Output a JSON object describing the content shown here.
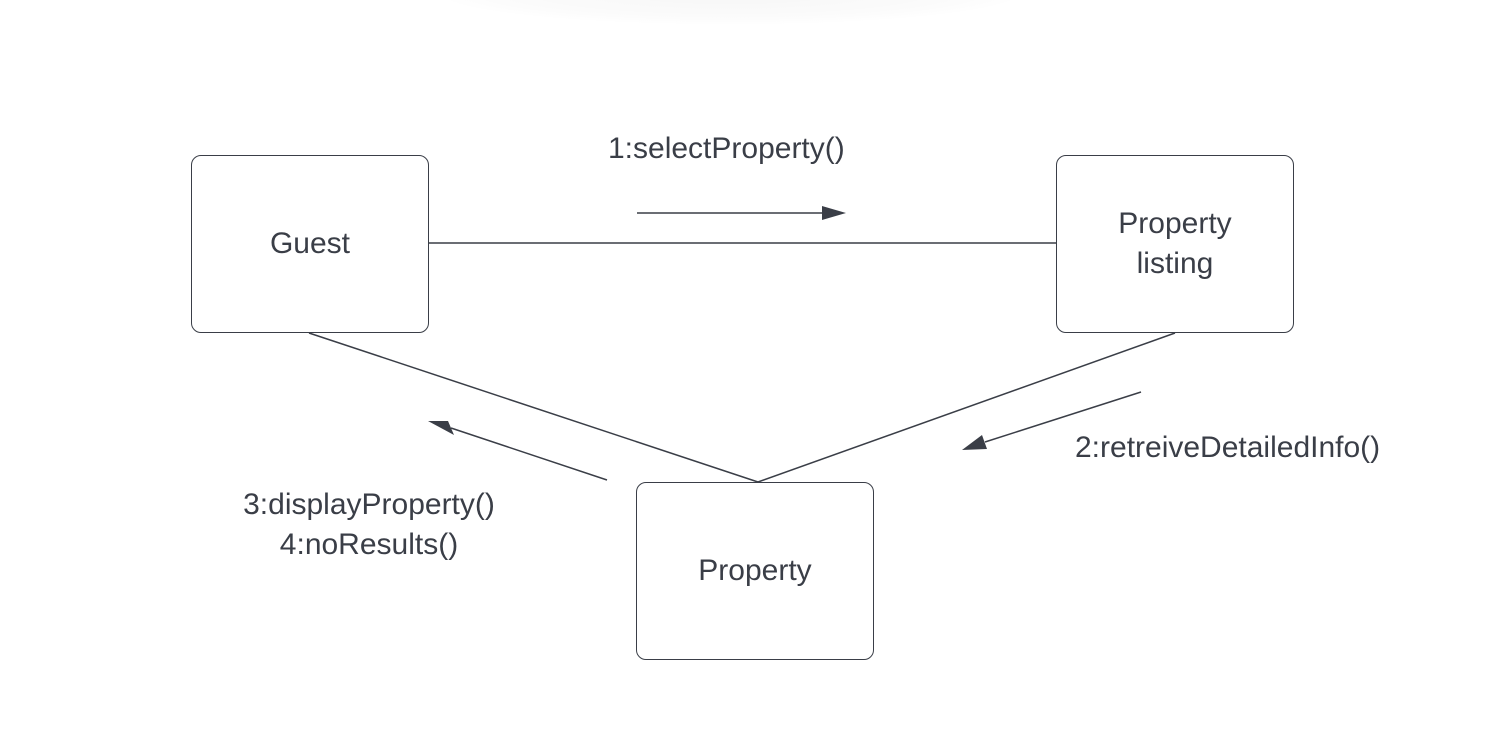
{
  "diagram": {
    "type": "communication-diagram",
    "nodes": [
      {
        "id": "guest",
        "label": "Guest"
      },
      {
        "id": "listing",
        "label": "Property\nlisting"
      },
      {
        "id": "property",
        "label": "Property"
      }
    ],
    "links": [
      {
        "from": "guest",
        "to": "listing"
      },
      {
        "from": "listing",
        "to": "property"
      },
      {
        "from": "property",
        "to": "guest"
      }
    ],
    "messages": [
      {
        "label": "1:selectProperty()",
        "from": "guest",
        "to": "listing"
      },
      {
        "label": "2:retreiveDetailedInfo()",
        "from": "listing",
        "to": "property"
      },
      {
        "label": "3:displayProperty()",
        "from": "property",
        "to": "guest"
      },
      {
        "label": "4:noResults()",
        "from": "property",
        "to": "guest"
      }
    ],
    "colors": {
      "stroke": "#3a3e47",
      "text": "#3a3e47",
      "background": "#ffffff"
    }
  }
}
